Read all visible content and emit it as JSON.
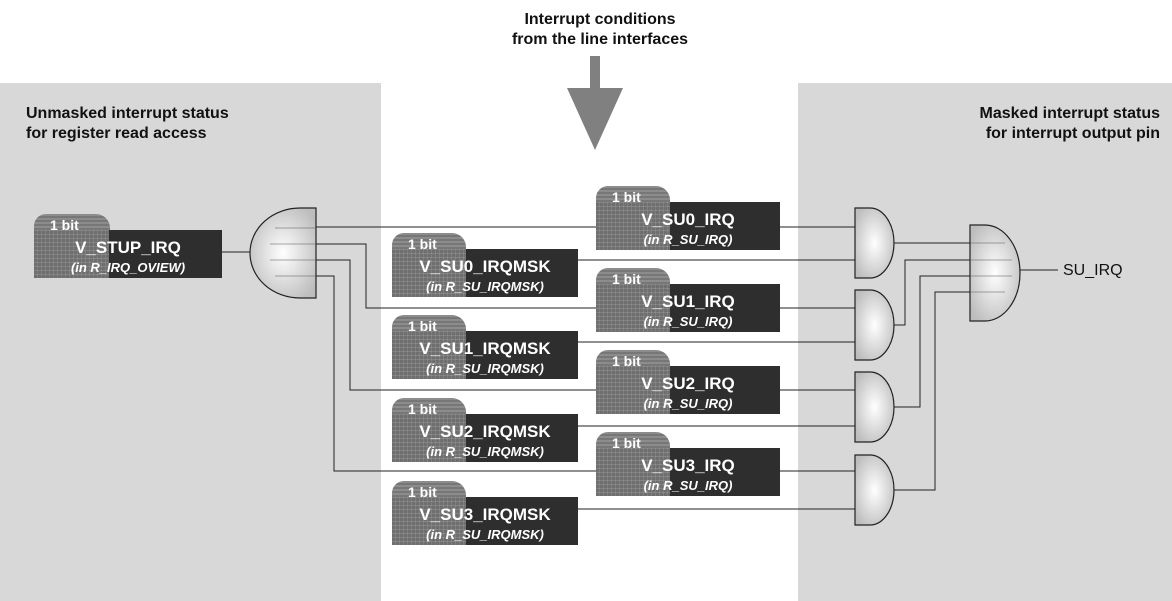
{
  "left_panel": {
    "title": "Unmasked interrupt status\nfor register read access"
  },
  "right_panel": {
    "title": "Masked interrupt status\nfor interrupt output pin"
  },
  "top_input": {
    "label": "Interrupt conditions\nfrom the line interfaces"
  },
  "output": {
    "label": "SU_IRQ"
  },
  "registers": {
    "stup": {
      "bits": "1 bit",
      "name": "V_STUP_IRQ",
      "location": "(in R_IRQ_OVIEW)"
    },
    "su0_irq": {
      "bits": "1 bit",
      "name": "V_SU0_IRQ",
      "location": "(in R_SU_IRQ)"
    },
    "su0_msk": {
      "bits": "1 bit",
      "name": "V_SU0_IRQMSK",
      "location": "(in R_SU_IRQMSK)"
    },
    "su1_irq": {
      "bits": "1 bit",
      "name": "V_SU1_IRQ",
      "location": "(in R_SU_IRQ)"
    },
    "su1_msk": {
      "bits": "1 bit",
      "name": "V_SU1_IRQMSK",
      "location": "(in R_SU_IRQMSK)"
    },
    "su2_irq": {
      "bits": "1 bit",
      "name": "V_SU2_IRQ",
      "location": "(in R_SU_IRQ)"
    },
    "su2_msk": {
      "bits": "1 bit",
      "name": "V_SU2_IRQMSK",
      "location": "(in R_SU_IRQMSK)"
    },
    "su3_irq": {
      "bits": "1 bit",
      "name": "V_SU3_IRQ",
      "location": "(in R_SU_IRQ)"
    },
    "su3_msk": {
      "bits": "1 bit",
      "name": "V_SU3_IRQMSK",
      "location": "(in R_SU_IRQMSK)"
    }
  },
  "colors": {
    "panel": "#d8d8d8",
    "register_dark": "#2e2e2e",
    "gate_fill": "#e6e6e6",
    "arrow": "#808080"
  }
}
